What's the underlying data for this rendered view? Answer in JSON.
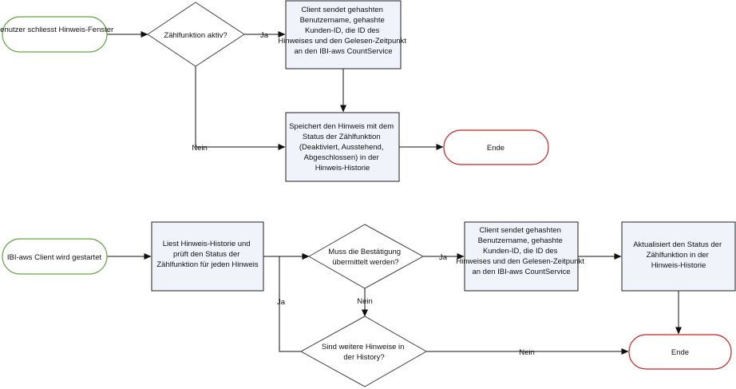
{
  "flow1": {
    "start": "Benutzer schliesst Hinweis-Fenster",
    "decision": "Zählfunktion aktiv?",
    "yes_label": "Ja",
    "no_label": "Nein",
    "send": "Client sendet gehashten Benutzername, gehashte Kunden-ID, die ID des Hinweises und den Gelesen-Zeitpunkt an den IBI-aws CountService",
    "store": "Speichert den Hinweis mit dem Status der Zählfunktion (Deaktiviert, Ausstehend, Abgeschlossen) in der Hinweis-Historie",
    "end": "Ende"
  },
  "flow2": {
    "start": "IBI-aws Client wird gestartet",
    "read": "Liest Hinweis-Historie und prüft den Status der Zählfunktion für jeden Hinweis",
    "decision1": "Muss die Bestätigung übermittelt werden?",
    "yes1_label": "Ja",
    "no1_label": "Nein",
    "send": "Client sendet gehashten Benutzername, gehashte Kunden-ID, die ID des Hinweises und den Gelesen-Zeitpunkt an den IBI-aws CountService",
    "update": "Aktualisiert den Status der Zählfunktion in der Hinweis-Historie",
    "decision2": "Sind weitere Hinweise in der History?",
    "yes2_label": "Ja",
    "no2_label": "Nein",
    "end": "Ende"
  }
}
